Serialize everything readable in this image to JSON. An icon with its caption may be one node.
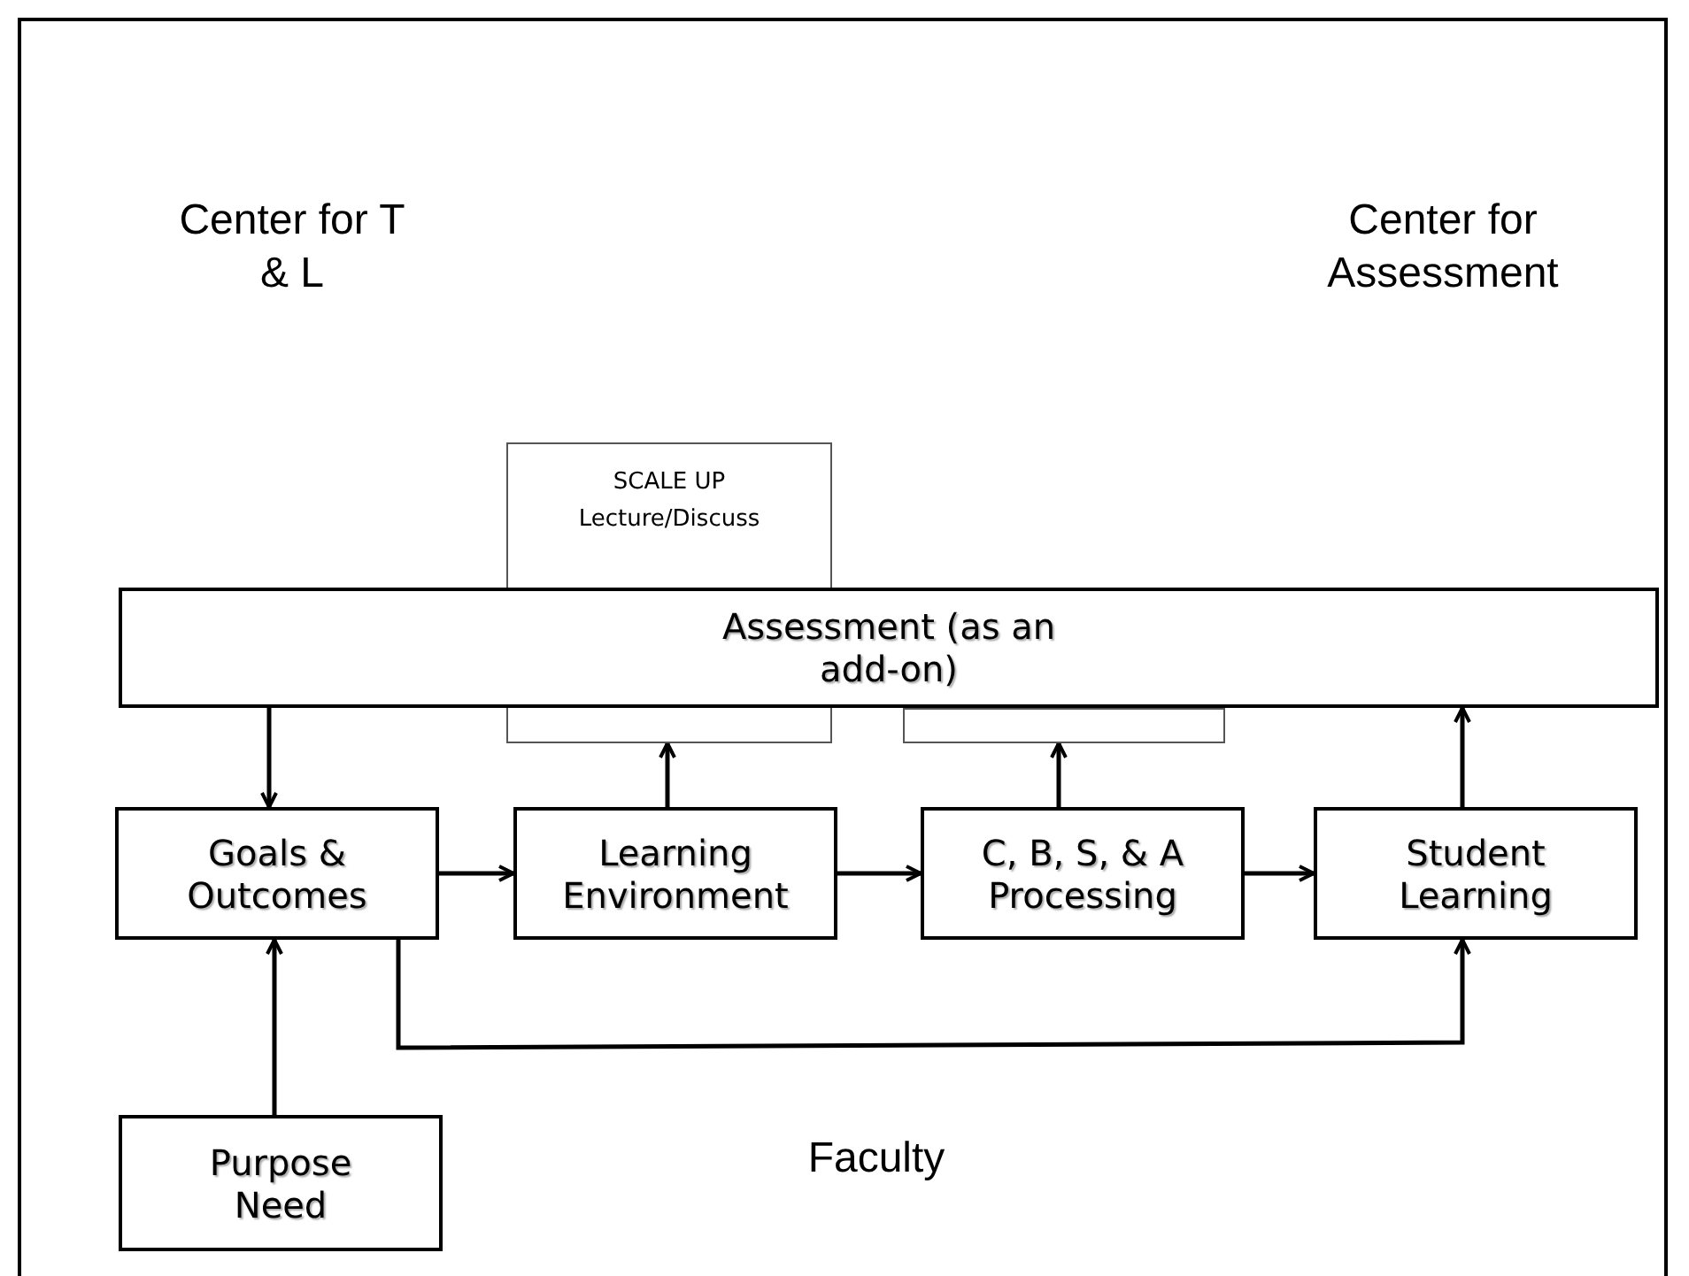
{
  "diagram": {
    "nodes": [
      {
        "text": [
          "SCALE UP",
          "Lecture/Discuss"
        ]
      },
      {
        "text": [
          "Assessment (as an add-on)"
        ]
      },
      {
        "text": [],
        "shape": "box"
      },
      {
        "text": [
          "Goals & Outcomes"
        ]
      },
      {
        "text": [
          "Learning Environment"
        ]
      },
      {
        "text": [
          "C, B, S, & A Processing"
        ]
      },
      {
        "text": [
          "Student Learning"
        ]
      },
      {
        "text": [
          "Purpose Need"
        ]
      }
    ],
    "edges": [
      {
        "from": 1,
        "to": 3,
        "arrow": "to"
      },
      {
        "from": 4,
        "to": 0,
        "arrow": "to"
      },
      {
        "from": 5,
        "to": 2,
        "arrow": "to"
      },
      {
        "from": 6,
        "to": 1,
        "arrow": "to"
      },
      {
        "from": 3,
        "to": 4,
        "arrow": "to"
      },
      {
        "from": 4,
        "to": 5,
        "arrow": "to"
      },
      {
        "from": 5,
        "to": 6,
        "arrow": "to"
      },
      {
        "from": 7,
        "to": 3,
        "arrow": "to"
      },
      {
        "from": 3,
        "to": 6,
        "arrow": "to"
      }
    ],
    "labels": [
      "Center for T & L",
      "Center for Assessment",
      "Faculty"
    ]
  }
}
